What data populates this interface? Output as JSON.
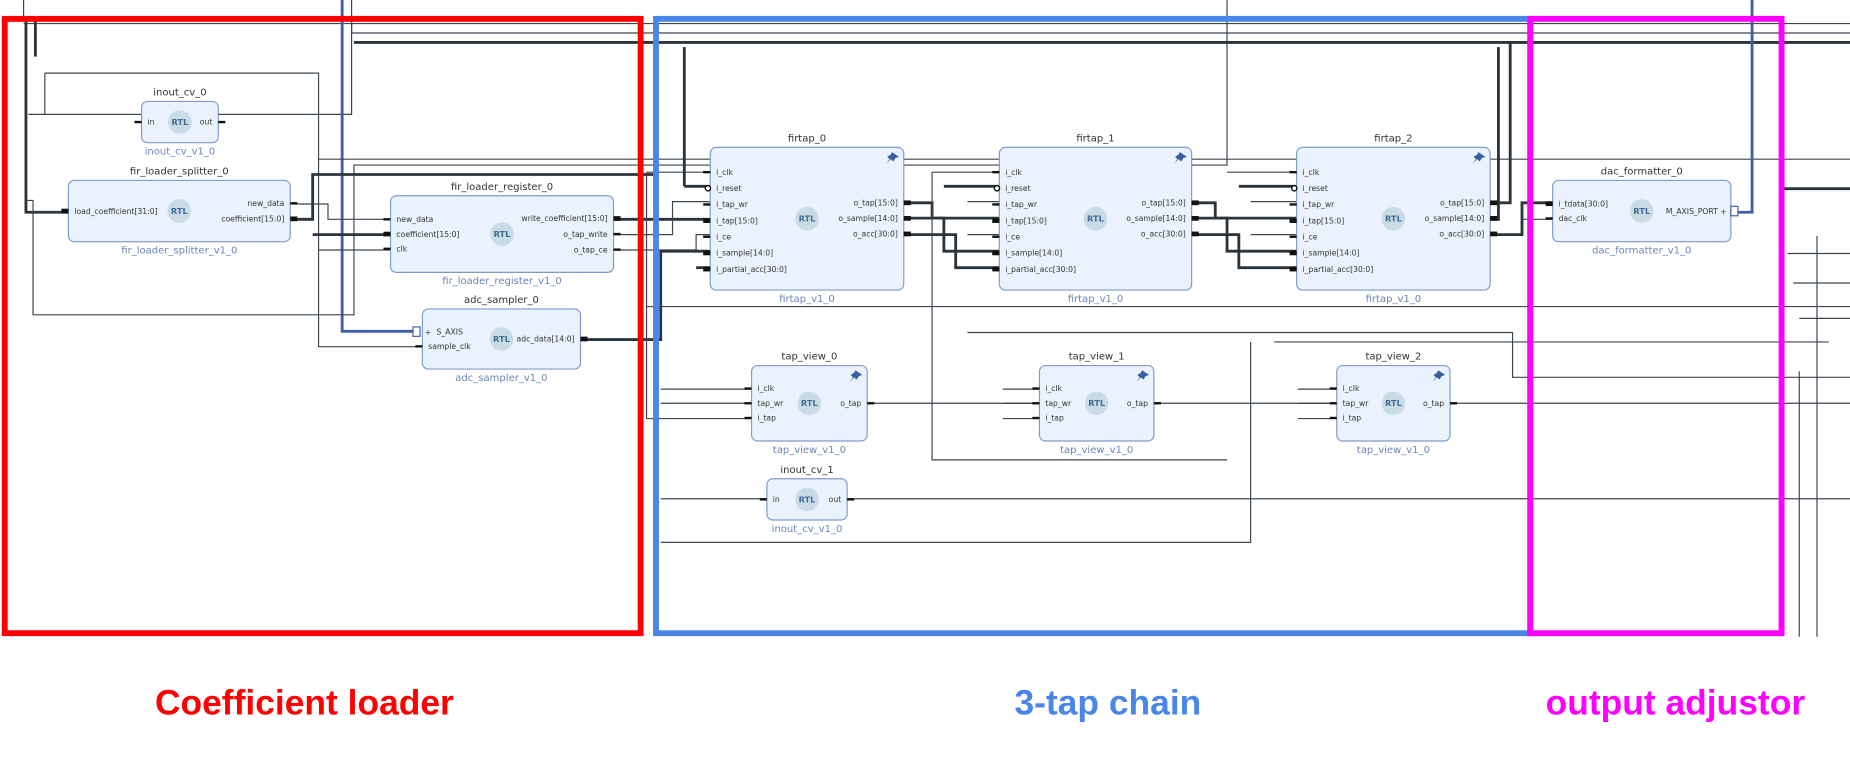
{
  "blocks": [
    {
      "id": "inout_cv_0",
      "title": "inout_cv_0",
      "ip": "inout_cv_v1_0",
      "core": "RTL",
      "left": [
        "in"
      ],
      "right": [
        "out"
      ],
      "pinned": false
    },
    {
      "id": "fir_loader_splitter_0",
      "title": "fir_loader_splitter_0",
      "ip": "fir_loader_splitter_v1_0",
      "core": "RTL",
      "left": [
        "load_coefficient[31:0]"
      ],
      "right": [
        "new_data",
        "coefficient[15:0]"
      ],
      "pinned": false
    },
    {
      "id": "fir_loader_register_0",
      "title": "fir_loader_register_0",
      "ip": "fir_loader_register_v1_0",
      "core": "RTL",
      "left": [
        "new_data",
        "coefficient[15:0]",
        "clk"
      ],
      "right": [
        "write_coefficient[15:0]",
        "o_tap_write",
        "o_tap_ce"
      ],
      "pinned": false
    },
    {
      "id": "adc_sampler_0",
      "title": "adc_sampler_0",
      "ip": "adc_sampler_v1_0",
      "core": "RTL",
      "left": [
        "S_AXIS",
        "sample_clk"
      ],
      "right": [
        "adc_data[14:0]"
      ],
      "pinned": false
    },
    {
      "id": "firtap_0",
      "title": "firtap_0",
      "ip": "firtap_v1_0",
      "core": "RTL",
      "left": [
        "i_clk",
        "i_reset",
        "i_tap_wr",
        "i_tap[15:0]",
        "i_ce",
        "i_sample[14:0]",
        "i_partial_acc[30:0]"
      ],
      "right": [
        "o_tap[15:0]",
        "o_sample[14:0]",
        "o_acc[30:0]"
      ],
      "pinned": true
    },
    {
      "id": "firtap_1",
      "title": "firtap_1",
      "ip": "firtap_v1_0",
      "core": "RTL",
      "left": [
        "i_clk",
        "i_reset",
        "i_tap_wr",
        "i_tap[15:0]",
        "i_ce",
        "i_sample[14:0]",
        "i_partial_acc[30:0]"
      ],
      "right": [
        "o_tap[15:0]",
        "o_sample[14:0]",
        "o_acc[30:0]"
      ],
      "pinned": true
    },
    {
      "id": "firtap_2",
      "title": "firtap_2",
      "ip": "firtap_v1_0",
      "core": "RTL",
      "left": [
        "i_clk",
        "i_reset",
        "i_tap_wr",
        "i_tap[15:0]",
        "i_ce",
        "i_sample[14:0]",
        "i_partial_acc[30:0]"
      ],
      "right": [
        "o_tap[15:0]",
        "o_sample[14:0]",
        "o_acc[30:0]"
      ],
      "pinned": true
    },
    {
      "id": "tap_view_0",
      "title": "tap_view_0",
      "ip": "tap_view_v1_0",
      "core": "RTL",
      "left": [
        "i_clk",
        "tap_wr",
        "i_tap"
      ],
      "right": [
        "o_tap"
      ],
      "pinned": true
    },
    {
      "id": "tap_view_1",
      "title": "tap_view_1",
      "ip": "tap_view_v1_0",
      "core": "RTL",
      "left": [
        "i_clk",
        "tap_wr",
        "i_tap"
      ],
      "right": [
        "o_tap"
      ],
      "pinned": true
    },
    {
      "id": "tap_view_2",
      "title": "tap_view_2",
      "ip": "tap_view_v1_0",
      "core": "RTL",
      "left": [
        "i_clk",
        "tap_wr",
        "i_tap"
      ],
      "right": [
        "o_tap"
      ],
      "pinned": true
    },
    {
      "id": "inout_cv_1",
      "title": "inout_cv_1",
      "ip": "inout_cv_v1_0",
      "core": "RTL",
      "left": [
        "in"
      ],
      "right": [
        "out"
      ],
      "pinned": false
    },
    {
      "id": "dac_formatter_0",
      "title": "dac_formatter_0",
      "ip": "dac_formatter_v1_0",
      "core": "RTL",
      "left": [
        "i_tdata[30:0]",
        "dac_clk"
      ],
      "right": [
        "M_AXIS_PORT"
      ],
      "pinned": false
    }
  ],
  "annotations": [
    {
      "id": "coefficient-loader",
      "label": "Coefficient loader",
      "color": "#ff0000"
    },
    {
      "id": "3-tap-chain",
      "label": "3-tap chain",
      "color": "#4a86e8"
    },
    {
      "id": "output-adjustor",
      "label": "output adjustor",
      "color": "#ff00ff"
    }
  ],
  "icons": {
    "pinned": "pushpin-icon",
    "core": "rtl-icon",
    "interface": "bus-interface-icon"
  }
}
